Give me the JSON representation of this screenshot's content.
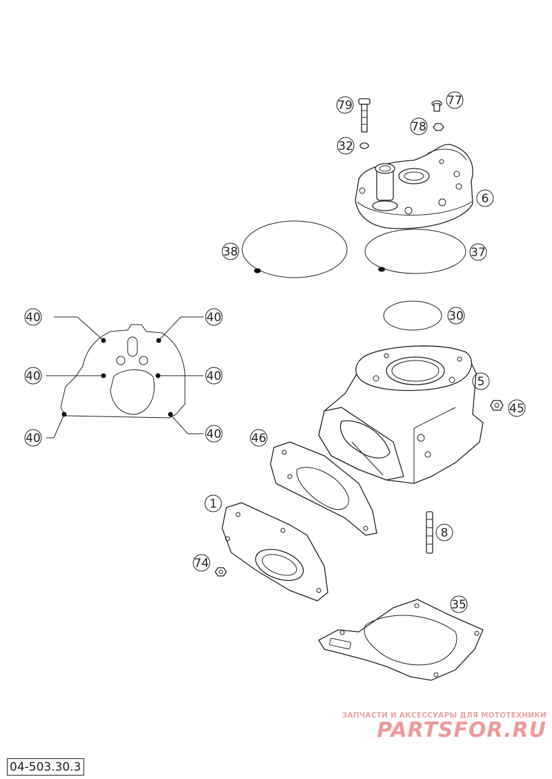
{
  "callouts": {
    "c79": "79",
    "c77": "77",
    "c78": "78",
    "c32": "32",
    "c6": "6",
    "c38": "38",
    "c37": "37",
    "c30": "30",
    "c5": "5",
    "c45": "45",
    "c46": "46",
    "c1": "1",
    "c8": "8",
    "c74": "74",
    "c35": "35",
    "c40a": "40",
    "c40b": "40",
    "c40c": "40",
    "c40d": "40",
    "c40e": "40",
    "c40f": "40"
  },
  "document": {
    "code": "04-503.30.3"
  },
  "watermark": {
    "tagline": "ЗАПЧАСТИ И АКСЕССУАРЫ ДЛЯ МОТОТЕХНИКИ",
    "logo": "PARTSFOR.RU",
    "color": "#ec9a9a"
  }
}
